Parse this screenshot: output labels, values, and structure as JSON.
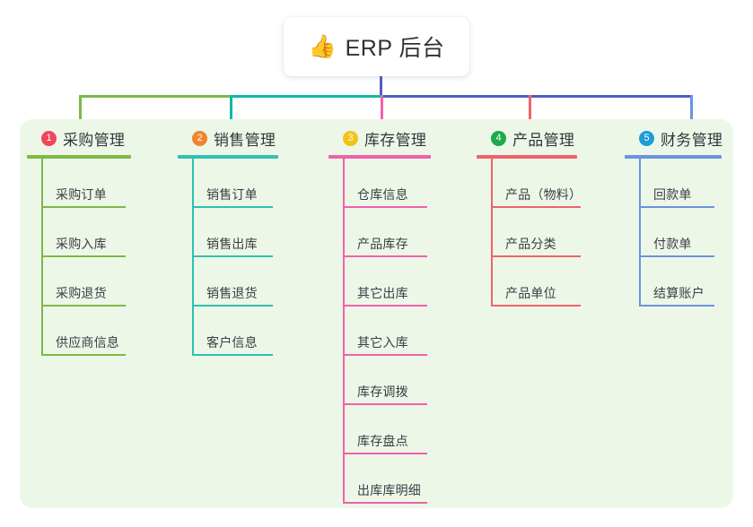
{
  "root": {
    "icon": "thumbs-up-icon",
    "icon_glyph": "👍",
    "label": "ERP 后台"
  },
  "panel": {
    "background_color": "#edf7e8"
  },
  "connector": {
    "stem_color": "#4e5ec4",
    "segments": [
      {
        "color": "#7cba45"
      },
      {
        "color": "#0fb9a6"
      },
      {
        "color": "#4e5ec4"
      }
    ]
  },
  "columns": [
    {
      "number": "1",
      "badge_color": "#f0465a",
      "title": "采购管理",
      "line_color": "#7cba45",
      "items": [
        "采购订单",
        "采购入库",
        "采购退货",
        "供应商信息"
      ]
    },
    {
      "number": "2",
      "badge_color": "#f0842a",
      "title": "销售管理",
      "line_color": "#2fc0b0",
      "items": [
        "销售订单",
        "销售出库",
        "销售退货",
        "客户信息"
      ]
    },
    {
      "number": "3",
      "badge_color": "#f5c217",
      "title": "库存管理",
      "line_color": "#ef62ab",
      "items": [
        "仓库信息",
        "产品库存",
        "其它出库",
        "其它入库",
        "库存调拨",
        "库存盘点",
        "出库库明细"
      ]
    },
    {
      "number": "4",
      "badge_color": "#1eaa4b",
      "title": "产品管理",
      "line_color": "#f0636b",
      "items": [
        "产品（物料）",
        "产品分类",
        "产品单位"
      ]
    },
    {
      "number": "5",
      "badge_color": "#1f9bd8",
      "title": "财务管理",
      "line_color": "#6b93de",
      "items": [
        "回款单",
        "付款单",
        "结算账户"
      ]
    }
  ]
}
